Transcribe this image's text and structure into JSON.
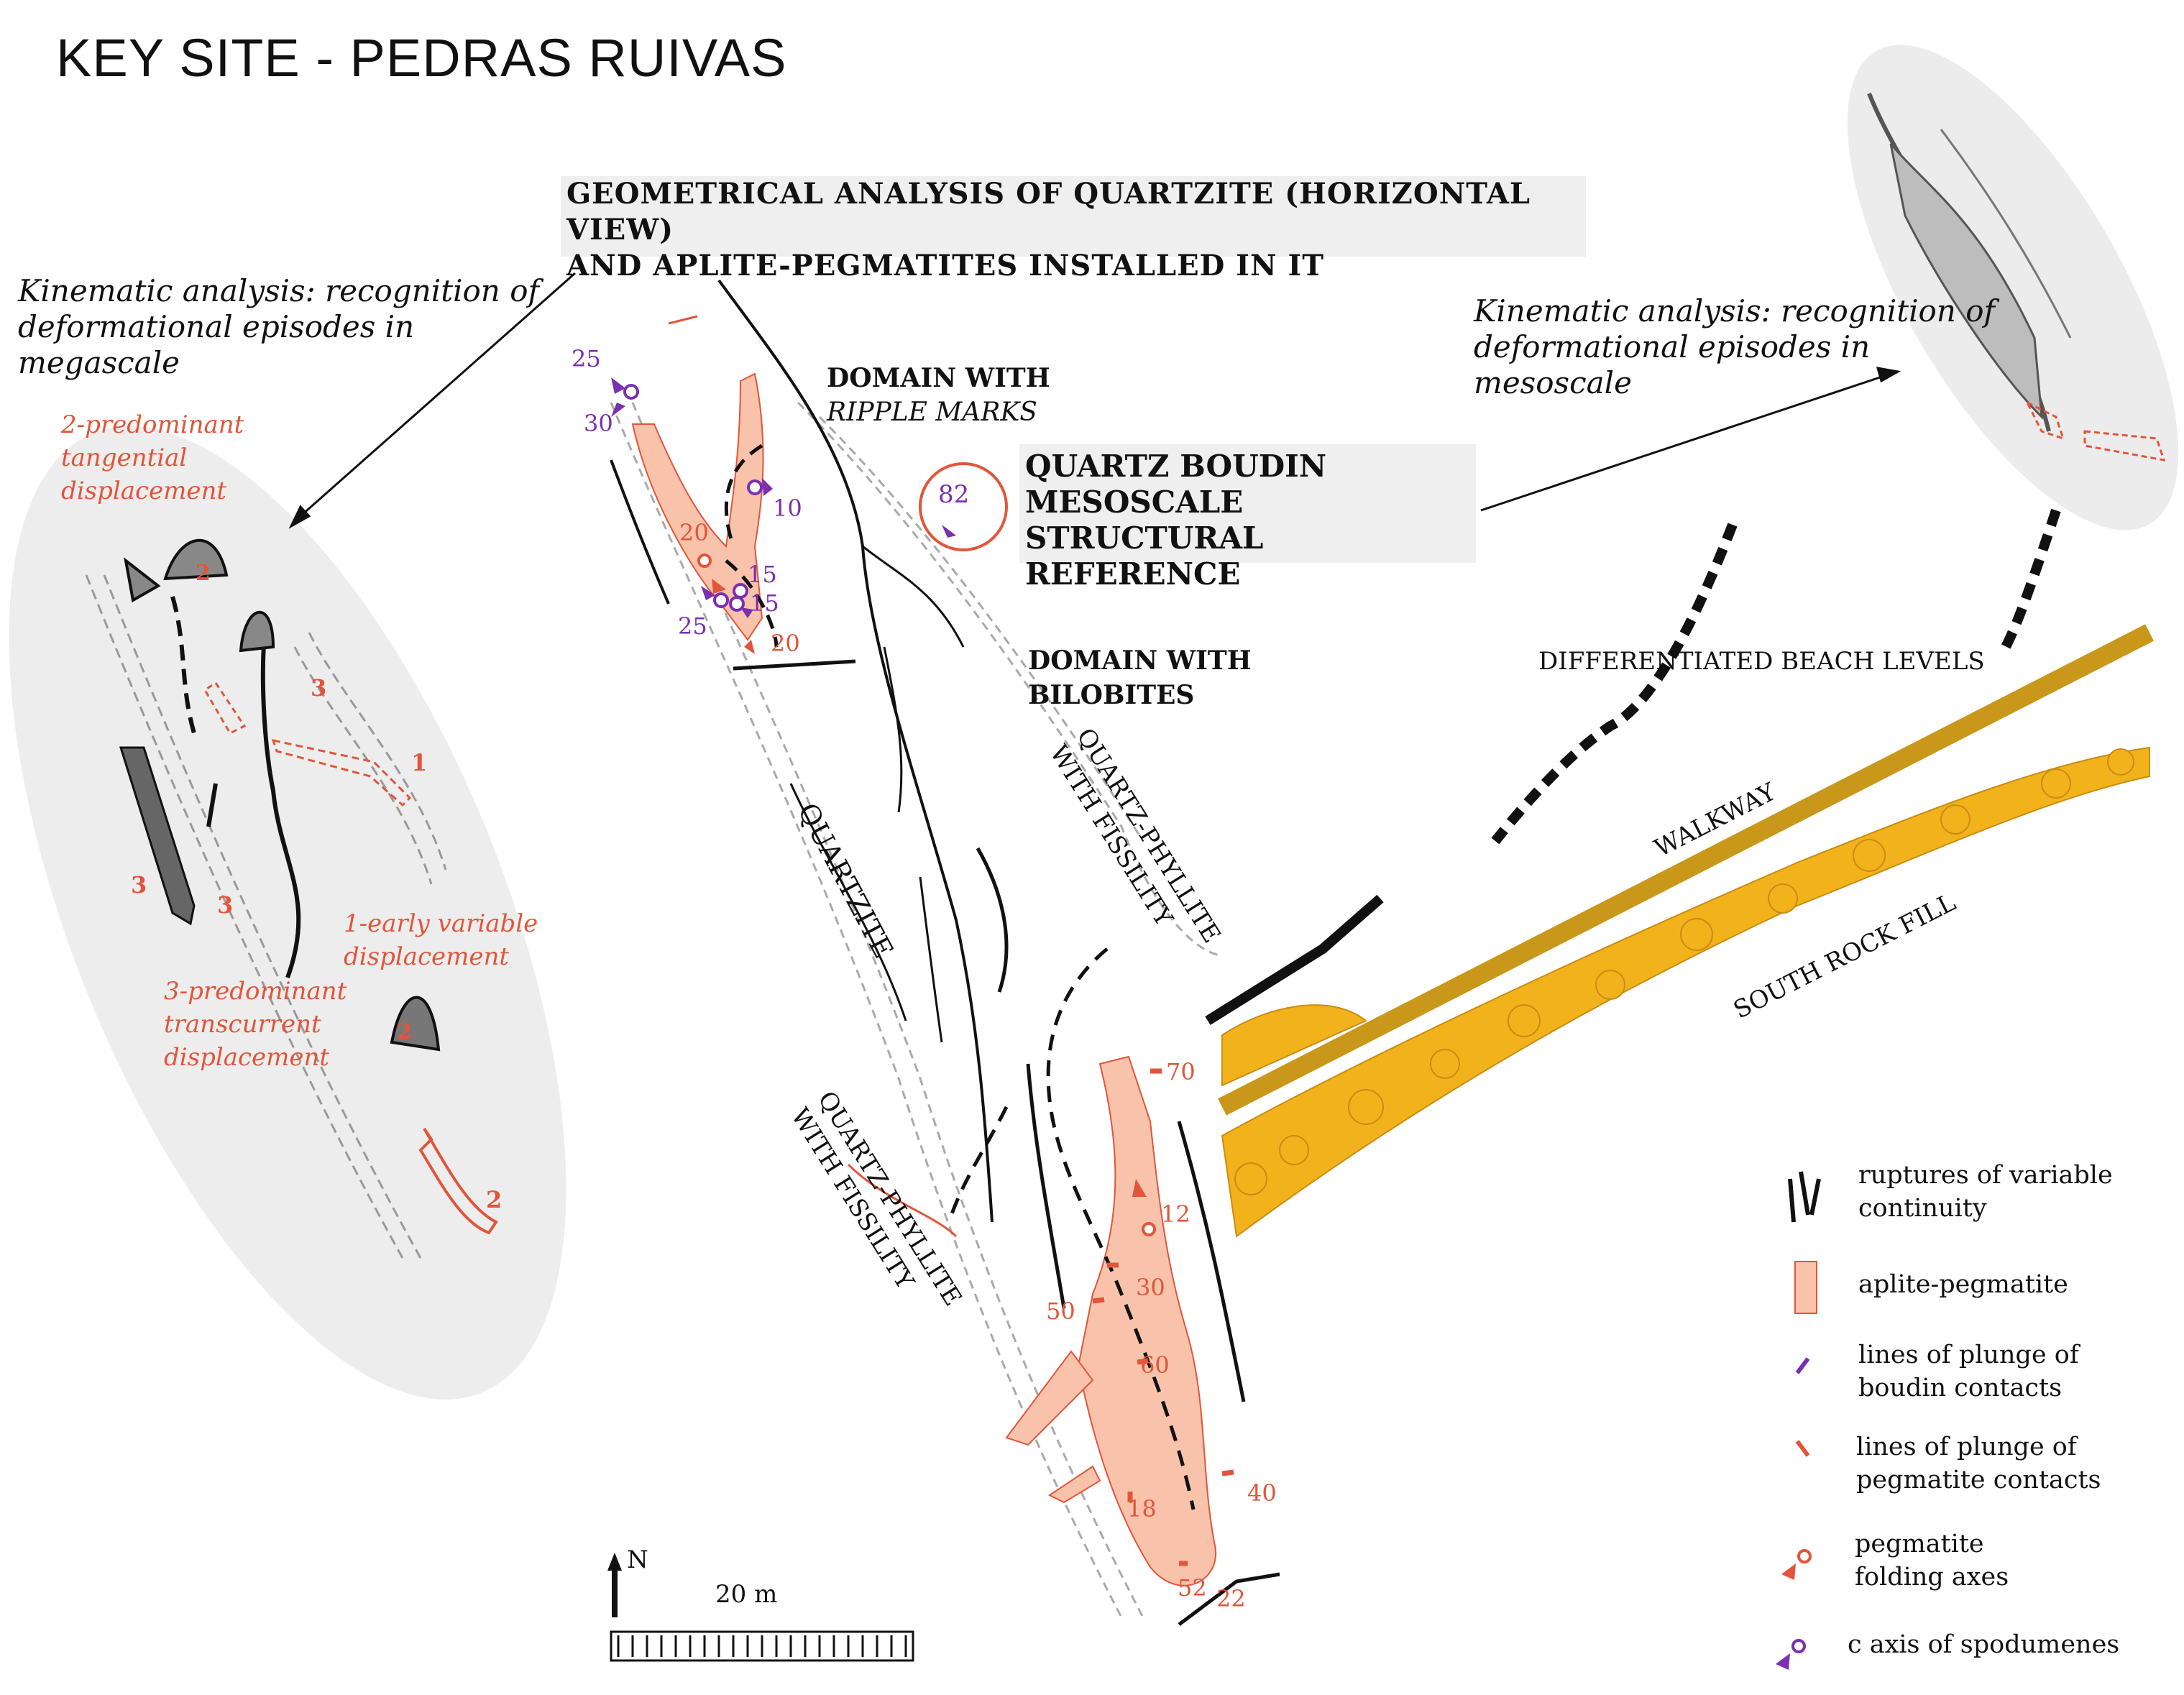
{
  "title": "KEY SITE - PEDRAS RUIVAS",
  "geometric_heading": {
    "line1": "GEOMETRICAL ANALYSIS OF QUARTZITE (HORIZONTAL VIEW)",
    "line2": "AND APLITE-PEGMATITES INSTALLED IN IT"
  },
  "kinematic_mega": {
    "line1": "Kinematic analysis: recognition of",
    "line2": "deformational episodes in",
    "line3": "megascale"
  },
  "kinematic_meso": {
    "line1": "Kinematic analysis: recognition of",
    "line2": "deformational episodes in",
    "line3": "mesoscale"
  },
  "megascale_labels": {
    "tangential_1": "2-predominant",
    "tangential_2": "tangential",
    "tangential_3": "displacement",
    "early_1": "1-early variable",
    "early_2": "displacement",
    "transcurrent_1": "3-predominant",
    "transcurrent_2": "transcurrent",
    "transcurrent_3": "displacement",
    "num_1": "1",
    "num_2a": "2",
    "num_2b": "2",
    "num_2c": "2",
    "num_3a": "3",
    "num_3b": "3",
    "num_3c": "3"
  },
  "domains": {
    "ripple_1": "DOMAIN WITH",
    "ripple_2": "RIPPLE MARKS",
    "bilobites_1": "DOMAIN WITH",
    "bilobites_2": "BILOBITES",
    "boudin_1": "QUARTZ BOUDIN",
    "boudin_2": "MESOSCALE STRUCTURAL",
    "boudin_3": "REFERENCE",
    "boudin_value": "82"
  },
  "rock_labels": {
    "quartzite": "QUARTZITE",
    "qp_upper_1": "QUARTZ-PHYLLITE",
    "qp_upper_2": "WITH FISSILITY",
    "qp_lower_1": "QUARTZ-PHYLLITE",
    "qp_lower_2": "WITH FISSILITY",
    "beach": "DIFFERENTIATED BEACH LEVELS",
    "walkway": "WALKWAY",
    "rockfill": "SOUTH ROCK FILL"
  },
  "measurements": {
    "purple_25a": "25",
    "purple_30": "30",
    "purple_10": "10",
    "purple_15a": "15",
    "purple_15b": "15",
    "purple_25b": "25",
    "orange_20a": "20",
    "orange_20b": "20",
    "orange_70": "70",
    "orange_12": "12",
    "orange_30": "30",
    "orange_50": "50",
    "orange_60": "60",
    "orange_18": "18",
    "orange_40": "40",
    "orange_52": "52",
    "orange_22": "22"
  },
  "scale": {
    "north": "N",
    "distance": "20 m"
  },
  "legend": {
    "ruptures_1": "ruptures of variable",
    "ruptures_2": "continuity",
    "aplite": "aplite-pegmatite",
    "boudin_1": "lines of plunge of",
    "boudin_2": "boudin contacts",
    "pegcontact_1": "lines of plunge of",
    "pegcontact_2": "pegmatite contacts",
    "folding_1": "pegmatite",
    "folding_2": "folding axes",
    "caxis": "c axis of spodumenes"
  },
  "colors": {
    "pegmatite_fill": "#f9c3ab",
    "measurement_orange": "#e2553a",
    "measurement_purple": "#7b2fb1",
    "walkway": "#c9971a",
    "rockfill": "#f2b21c",
    "ellipse_bg": "#ededed"
  }
}
